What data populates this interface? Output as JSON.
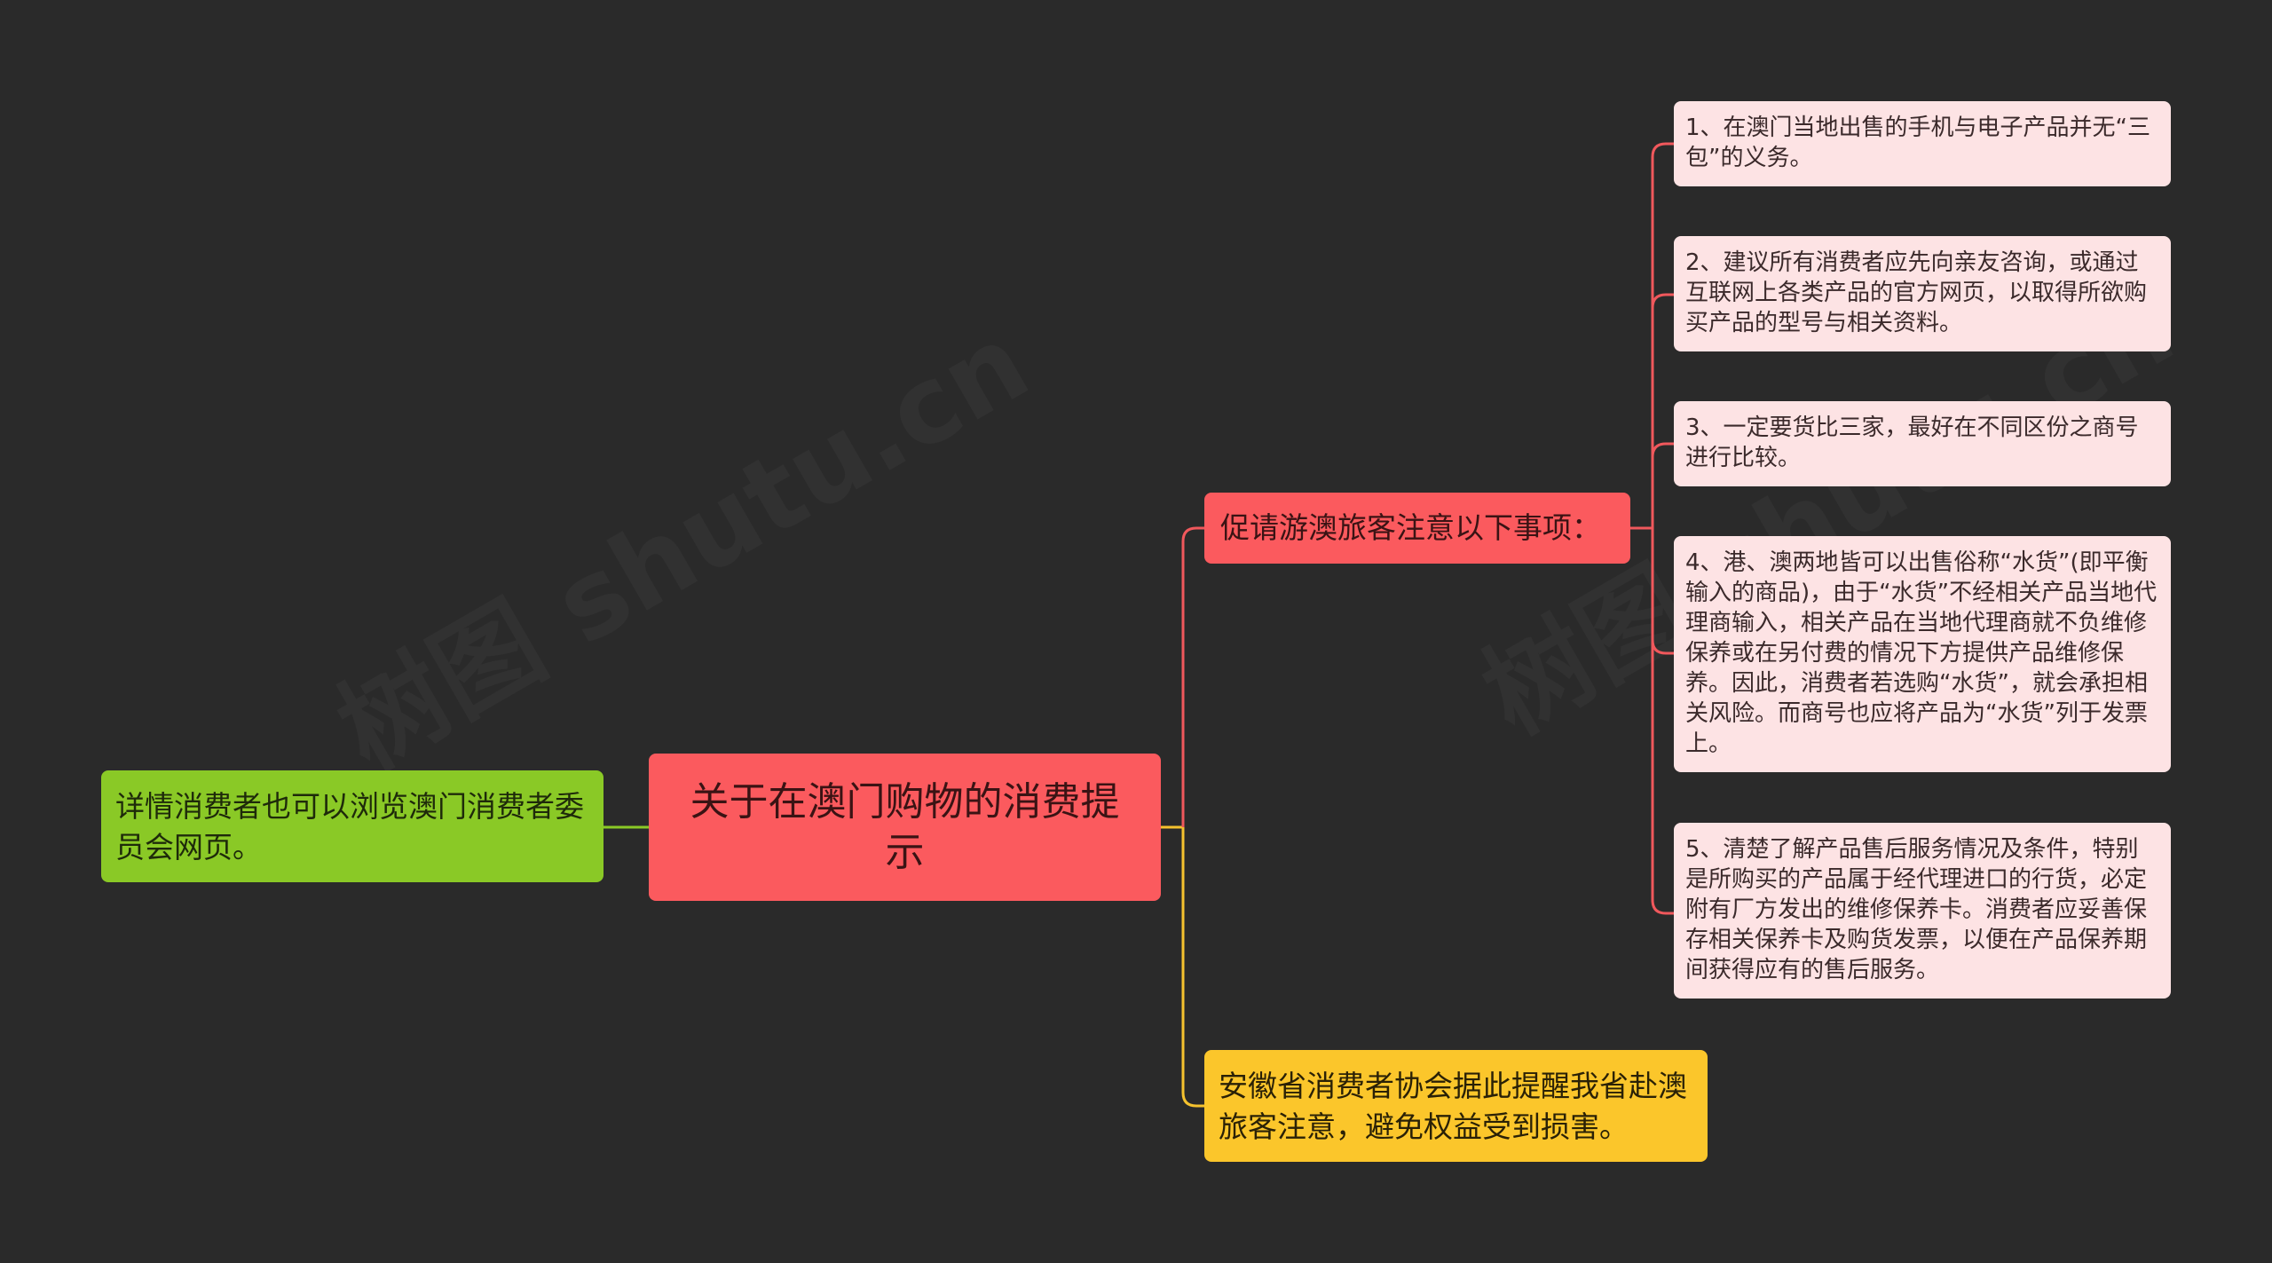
{
  "colors": {
    "background": "#2a2a2a",
    "root": "#fb5a5e",
    "left": "#8ac926",
    "branch_red": "#fb5a5e",
    "branch_yellow": "#fbc62b",
    "leaf": "#fde3e4",
    "line_red": "#f0585c",
    "line_green": "#8ac926",
    "line_yellow": "#f5c22e"
  },
  "root": {
    "text": "关于在澳门购物的消费提示"
  },
  "left": {
    "text": "详情消费者也可以浏览澳门消费者委员会网页。"
  },
  "branch_red": {
    "text": "促请游澳旅客注意以下事项："
  },
  "branch_yellow": {
    "text": "安徽省消费者协会据此提醒我省赴澳旅客注意，避免权益受到损害。"
  },
  "leaves": [
    {
      "text": "1、在澳门当地出售的手机与电子产品并无“三包”的义务。"
    },
    {
      "text": "2、建议所有消费者应先向亲友咨询，或通过互联网上各类产品的官方网页，以取得所欲购买产品的型号与相关资料。"
    },
    {
      "text": "3、一定要货比三家，最好在不同区份之商号进行比较。"
    },
    {
      "text": "4、港、澳两地皆可以出售俗称“水货”(即平衡输入的商品)，由于“水货”不经相关产品当地代理商输入，相关产品在当地代理商就不负维修保养或在另付费的情况下方提供产品维修保养。因此，消费者若选购“水货”，就会承担相关风险。而商号也应将产品为“水货”列于发票上。"
    },
    {
      "text": "5、清楚了解产品售后服务情况及条件，特别是所购买的产品属于经代理进口的行货，必定附有厂方发出的维修保养卡。消费者应妥善保存相关保养卡及购货发票，以便在产品保养期间获得应有的售后服务。"
    }
  ]
}
